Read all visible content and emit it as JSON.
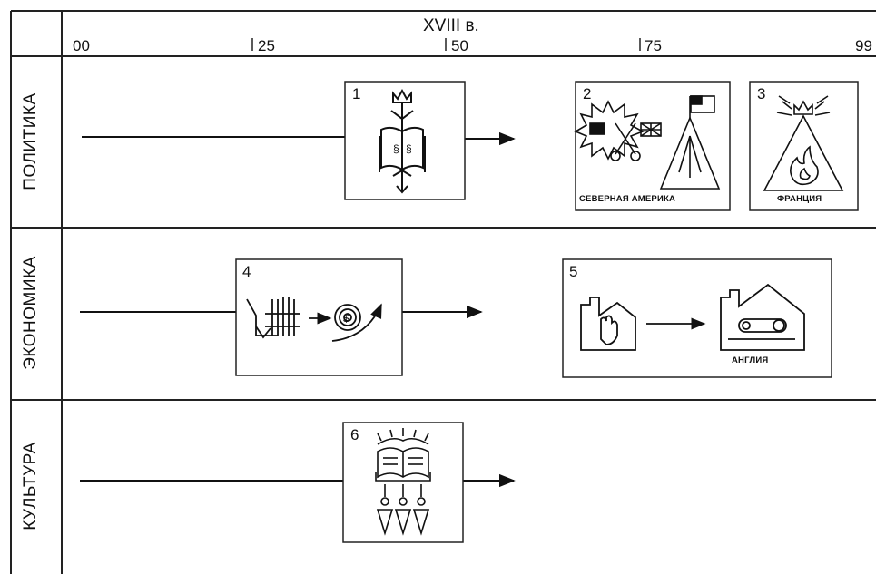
{
  "header": {
    "century": "XVIII в.",
    "ticks": [
      "00",
      "25",
      "50",
      "75",
      "99"
    ]
  },
  "rows": [
    {
      "label": "ПОЛИТИКА"
    },
    {
      "label": "ЭКОНОМИКА"
    },
    {
      "label": "КУЛЬТУРА"
    }
  ],
  "boxes": [
    {
      "number": "1",
      "caption": "",
      "icon": "crown-over-book-icon"
    },
    {
      "number": "2",
      "caption": "СЕВЕРНАЯ АМЕРИКА",
      "icon": "war-and-flag-mountain-icon"
    },
    {
      "number": "3",
      "caption": "ФРАНЦИЯ",
      "icon": "burning-crown-revolution-icon"
    },
    {
      "number": "4",
      "caption": "",
      "icon": "plow-to-spiral-growth-icon"
    },
    {
      "number": "5",
      "caption": "АНГЛИЯ",
      "icon": "manual-workshop-to-factory-icon"
    },
    {
      "number": "6",
      "caption": "",
      "icon": "open-book-enlightenment-icon"
    }
  ],
  "colors": {
    "ink": "#111111",
    "background": "#ffffff",
    "grid": "#222222"
  }
}
